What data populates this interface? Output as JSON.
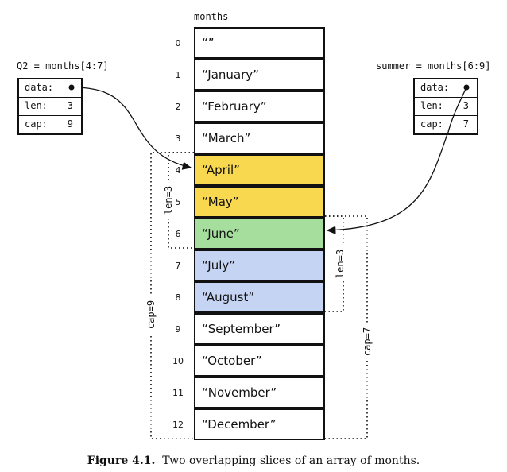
{
  "array": {
    "name": "months",
    "cells": [
      {
        "index": "0",
        "value": "“”",
        "fill": "#ffffff"
      },
      {
        "index": "1",
        "value": "“January”",
        "fill": "#ffffff"
      },
      {
        "index": "2",
        "value": "“February”",
        "fill": "#ffffff"
      },
      {
        "index": "3",
        "value": "“March”",
        "fill": "#ffffff"
      },
      {
        "index": "4",
        "value": "“April”",
        "fill": "#f8d84e"
      },
      {
        "index": "5",
        "value": "“May”",
        "fill": "#f8d84e"
      },
      {
        "index": "6",
        "value": "“June”",
        "fill": "#a6df9d"
      },
      {
        "index": "7",
        "value": "“July”",
        "fill": "#c6d4f4"
      },
      {
        "index": "8",
        "value": "“August”",
        "fill": "#c6d4f4"
      },
      {
        "index": "9",
        "value": "“September”",
        "fill": "#ffffff"
      },
      {
        "index": "10",
        "value": "“October”",
        "fill": "#ffffff"
      },
      {
        "index": "11",
        "value": "“November”",
        "fill": "#ffffff"
      },
      {
        "index": "12",
        "value": "“December”",
        "fill": "#ffffff"
      }
    ]
  },
  "q2": {
    "label": "Q2 = months[4:7]",
    "data_field": "data:",
    "len_field": "len:",
    "len_value": "3",
    "cap_field": "cap:",
    "cap_value": "9",
    "len_annotation": "len=3",
    "cap_annotation": "cap=9"
  },
  "summer": {
    "label": "summer = months[6:9]",
    "data_field": "data:",
    "len_field": "len:",
    "len_value": "3",
    "cap_field": "cap:",
    "cap_value": "7",
    "len_annotation": "len=3",
    "cap_annotation": "cap=7"
  },
  "caption": {
    "label": "Figure 4.1.",
    "text": "Two overlapping slices of an array of months."
  }
}
